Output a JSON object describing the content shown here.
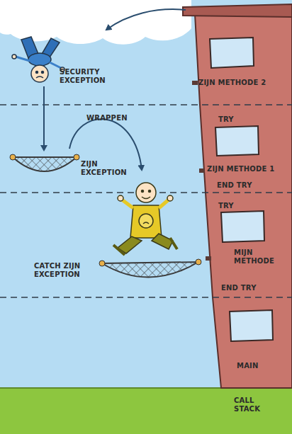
{
  "diagram": {
    "nodes": [
      {
        "text": [
          "ZIJN METHODE 2",
          "TRY",
          "ZIJN METHODE 1",
          "END TRY",
          "TRY",
          "MIJN METHODE",
          "END TRY",
          "MAIN"
        ]
      }
    ],
    "labels": [
      "SECURITY EXCEPTION",
      "WRAPPEN",
      "ZIJN EXCEPTION",
      "CATCH ZIJN EXCEPTION",
      "CALL STACK"
    ]
  }
}
